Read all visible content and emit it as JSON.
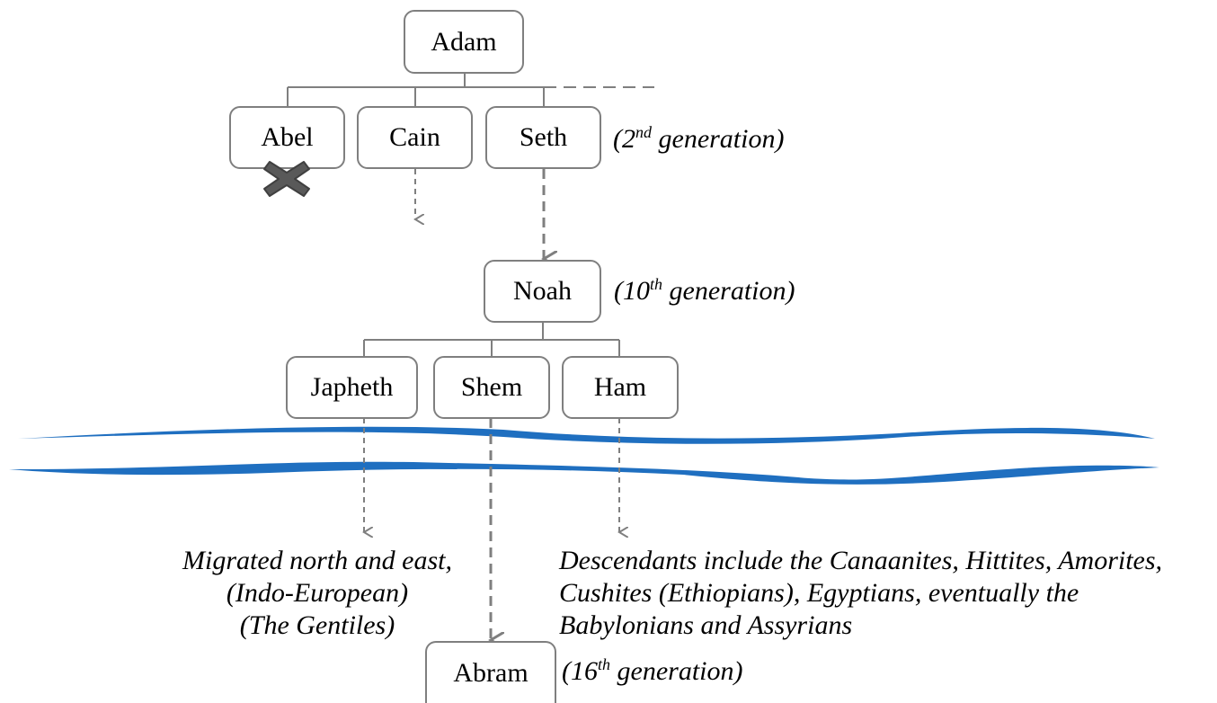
{
  "nodes": {
    "adam": "Adam",
    "abel": "Abel",
    "cain": "Cain",
    "seth": "Seth",
    "noah": "Noah",
    "japheth": "Japheth",
    "shem": "Shem",
    "ham": "Ham",
    "abram": "Abram"
  },
  "generations": {
    "seth": {
      "open": "(2",
      "sup": "nd",
      "rest": " generation)"
    },
    "noah": {
      "open": "(10",
      "sup": "th",
      "rest": " generation)"
    },
    "abram": {
      "open": "(16",
      "sup": "th",
      "rest": " generation)"
    }
  },
  "notes": {
    "japheth": [
      "Migrated north and east,",
      "(Indo-European)",
      "(The Gentiles)"
    ],
    "ham": [
      "Descendants include the Canaanites, Hittites, Amorites,",
      "Cushites (Ethiopians), Egyptians, eventually the",
      "Babylonians and Assyrians"
    ]
  },
  "colors": {
    "connector": "#7f7f7f",
    "water": "#1f6fc0",
    "x_mark": "#595959"
  },
  "icons": {
    "abel_marker": "cross-mark-icon",
    "flood": "wave-icon"
  }
}
